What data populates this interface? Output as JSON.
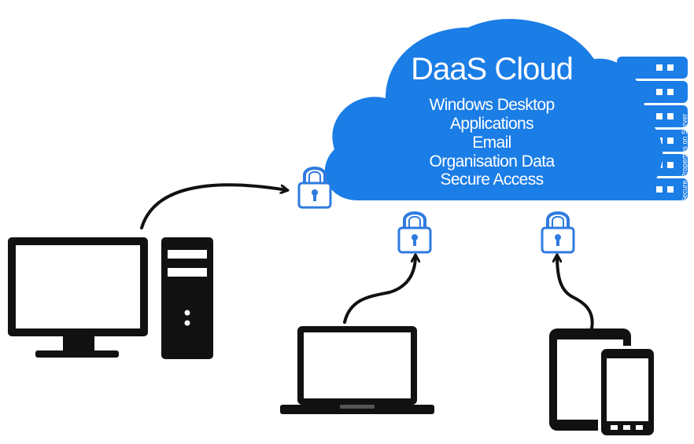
{
  "cloud": {
    "title": "DaaS Cloud",
    "items": [
      "Windows Desktop",
      "Applications",
      "Email",
      "Organisation Data",
      "Secure Access"
    ],
    "server_label": "Secure Properties on Server"
  },
  "devices": [
    {
      "name": "desktop-computer-icon"
    },
    {
      "name": "laptop-icon"
    },
    {
      "name": "tablet-and-phone-icon"
    }
  ],
  "colors": {
    "cloud": "#1b7de6",
    "lock": "#2f7be0",
    "device": "#111111"
  }
}
